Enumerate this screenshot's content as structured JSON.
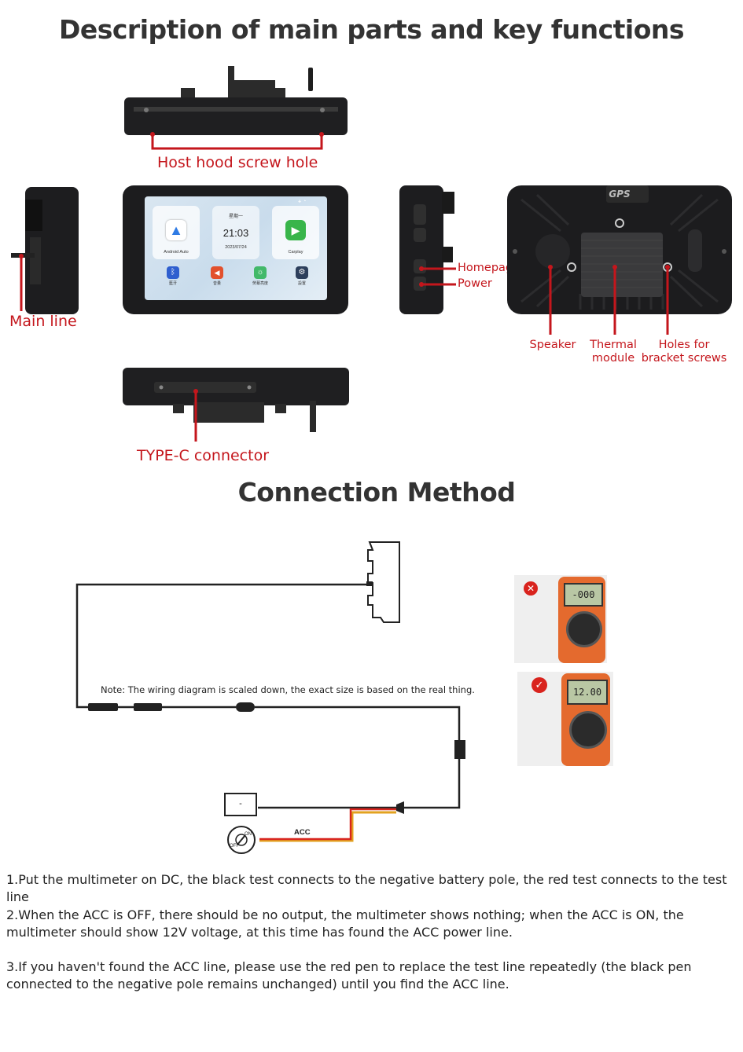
{
  "section1": {
    "title": "Description of main parts and key functions",
    "labels": {
      "host_hood": "Host hood screw hole",
      "main_line": "Main line",
      "homepage": "Homepage",
      "power": "Power",
      "speaker": "Speaker",
      "thermal_1": "Thermal",
      "thermal_2": "module",
      "holes_1": "Holes for",
      "holes_2": "bracket screws",
      "typec": "TYPE-C connector"
    },
    "screen": {
      "apps": [
        {
          "label": "Android Auto",
          "icon": "android-auto-icon"
        },
        {
          "label": "Carplay",
          "icon": "carplay-icon"
        }
      ],
      "clock_day": "星期一",
      "clock_time": "21:03",
      "clock_date": "2023/07/24",
      "dock": [
        {
          "label": "藍牙",
          "icon": "bluetooth-icon",
          "color": "#2f5fcf"
        },
        {
          "label": "音量",
          "icon": "volume-icon",
          "color": "#e2502c"
        },
        {
          "label": "熒幕亮度",
          "icon": "brightness-icon",
          "color": "#43b96a"
        },
        {
          "label": "設置",
          "icon": "gear-icon",
          "color": "#2d3f5c"
        }
      ]
    },
    "back_label": "GPS"
  },
  "section2": {
    "title": "Connection Method",
    "note": "Note: The wiring diagram is scaled down, the exact size is based on the real thing.",
    "battery_sign": "-",
    "acc_label": "ACC",
    "key_on": "ON",
    "key_off": "OFF",
    "meter_wrong": "-000",
    "meter_right": "12.00"
  },
  "instructions": [
    "1.Put the multimeter on DC, the black test connects to the negative battery pole, the red test connects to the test line",
    "2.When the ACC is OFF, there should be no output, the multimeter shows nothing; when the ACC is ON, the multimeter should show 12V voltage, at this time has found the ACC power line.",
    "3.If you haven't found the ACC line, please use the red pen to replace the test line repeatedly (the black pen connected to the negative pole remains unchanged) until you find the ACC line."
  ],
  "colors": {
    "accent_red": "#c4161c",
    "device_body": "#1c1c1e",
    "title_text": "#333333"
  }
}
